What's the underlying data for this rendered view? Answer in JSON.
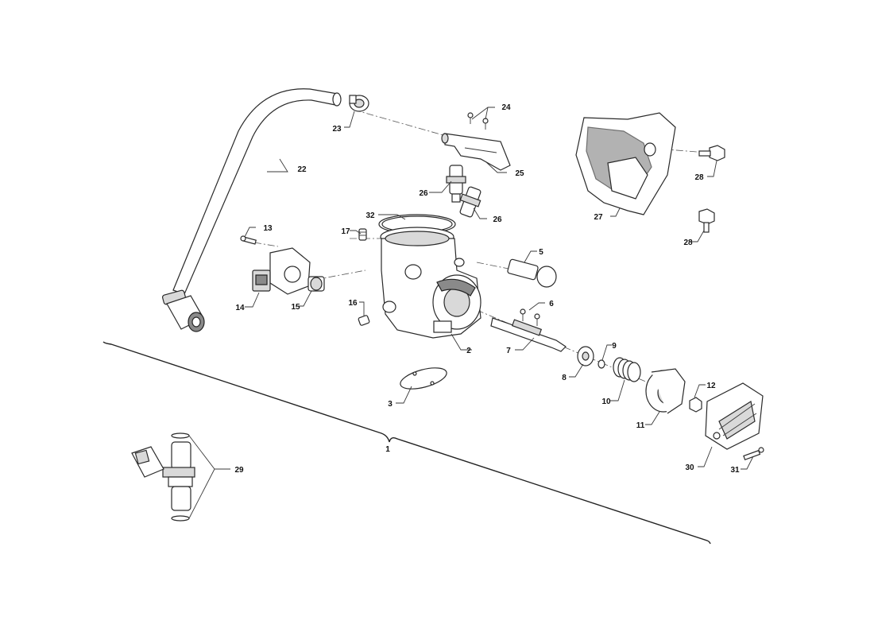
{
  "diagram": {
    "callouts": {
      "c1": "1",
      "c2": "2",
      "c3": "3",
      "c5": "5",
      "c6": "6",
      "c7": "7",
      "c8": "8",
      "c9": "9",
      "c10": "10",
      "c11": "11",
      "c12": "12",
      "c13": "13",
      "c14": "14",
      "c15": "15",
      "c16": "16",
      "c17": "17",
      "c22": "22",
      "c23": "23",
      "c24": "24",
      "c25": "25",
      "c26a": "26",
      "c26b": "26",
      "c27": "27",
      "c28a": "28",
      "c28b": "28",
      "c29": "29",
      "c30": "30",
      "c31": "31",
      "c32": "32"
    }
  }
}
